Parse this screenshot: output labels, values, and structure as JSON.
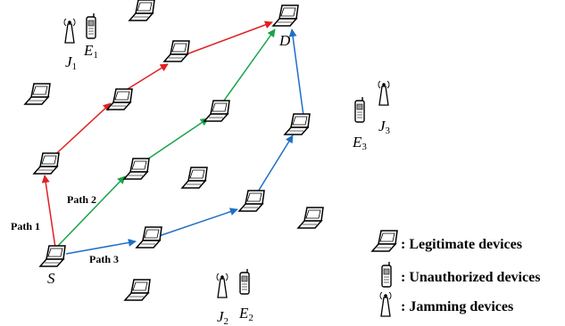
{
  "diagram": {
    "nodes": {
      "source": {
        "name": "S",
        "sub": ""
      },
      "destination": {
        "name": "D",
        "sub": ""
      },
      "jammers": [
        {
          "name": "J",
          "sub": "1"
        },
        {
          "name": "J",
          "sub": "2"
        },
        {
          "name": "J",
          "sub": "3"
        }
      ],
      "eavesdroppers": [
        {
          "name": "E",
          "sub": "1"
        },
        {
          "name": "E",
          "sub": "2"
        },
        {
          "name": "E",
          "sub": "3"
        }
      ]
    },
    "paths": [
      {
        "label": "Path 1",
        "color": "#e02020"
      },
      {
        "label": "Path 2",
        "color": "#1aa34a"
      },
      {
        "label": "Path 3",
        "color": "#1f6fc4"
      }
    ],
    "legend": [
      {
        "icon": "laptop-icon",
        "text": ": Legitimate devices"
      },
      {
        "icon": "phone-icon",
        "text": ": Unauthorized devices"
      },
      {
        "icon": "antenna-icon",
        "text": ": Jamming devices"
      }
    ]
  }
}
